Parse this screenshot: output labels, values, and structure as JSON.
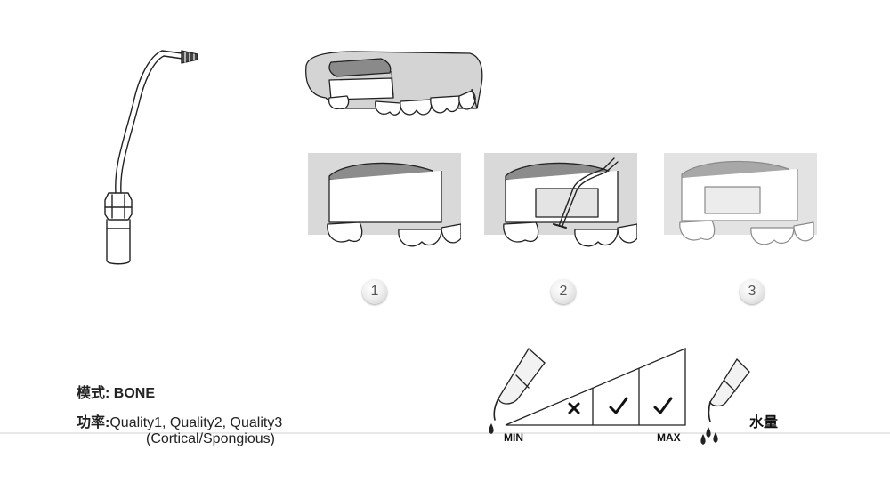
{
  "steps": [
    "1",
    "2",
    "3"
  ],
  "mode": {
    "label": "模式:",
    "value": "BONE"
  },
  "power": {
    "label": "功率:",
    "options": "Quality1, Quality2, Quality3",
    "sub": "(Cortical/Spongious)"
  },
  "scale": {
    "min": "MIN",
    "max": "MAX"
  },
  "water": {
    "label": "水量"
  },
  "icons": [
    "bone-tip-icon",
    "jaw-illustration",
    "cross-icon",
    "check-icon",
    "water-drop-icon",
    "handpiece-icon"
  ]
}
